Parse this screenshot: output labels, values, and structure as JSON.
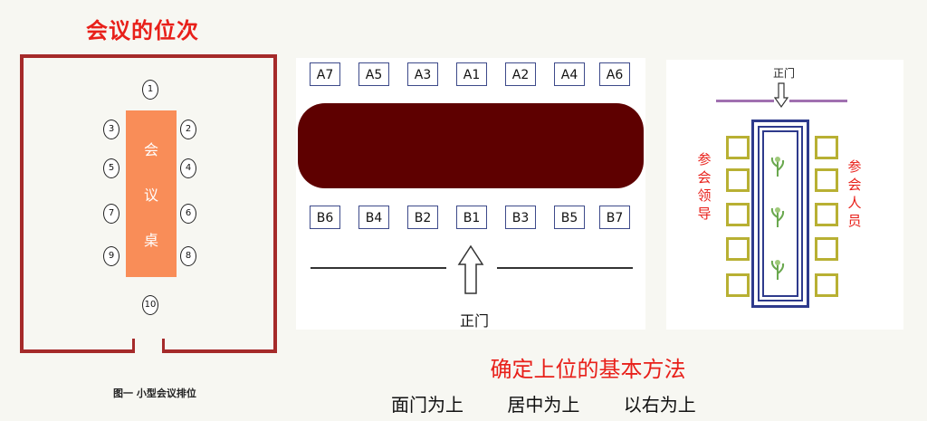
{
  "title": "会议的位次",
  "room": {
    "caption": "图一 小型会议排位",
    "table_chars": [
      "会",
      "议",
      "桌"
    ],
    "seats": [
      "1",
      "2",
      "3",
      "4",
      "5",
      "6",
      "7",
      "8",
      "9",
      "10"
    ]
  },
  "long_table": {
    "top_row": [
      "A7",
      "A5",
      "A3",
      "A1",
      "A2",
      "A4",
      "A6"
    ],
    "bottom_row": [
      "B6",
      "B4",
      "B2",
      "B1",
      "B3",
      "B5",
      "B7"
    ],
    "door_label": "正门"
  },
  "stage": {
    "door_label": "正门",
    "left_label": [
      "参",
      "会",
      "领",
      "导"
    ],
    "right_label": [
      "参",
      "会",
      "人",
      "员"
    ]
  },
  "method_title": "确定上位的基本方法",
  "principles": [
    "面门为上",
    "居中为上",
    "以右为上"
  ],
  "colors": {
    "title": "#e8201a",
    "wall": "#a52a2a",
    "meeting_table": "#f98d58",
    "long_table": "#5e0000",
    "seat_square": "#b8b033",
    "stage_border": "#2e3a8c"
  }
}
